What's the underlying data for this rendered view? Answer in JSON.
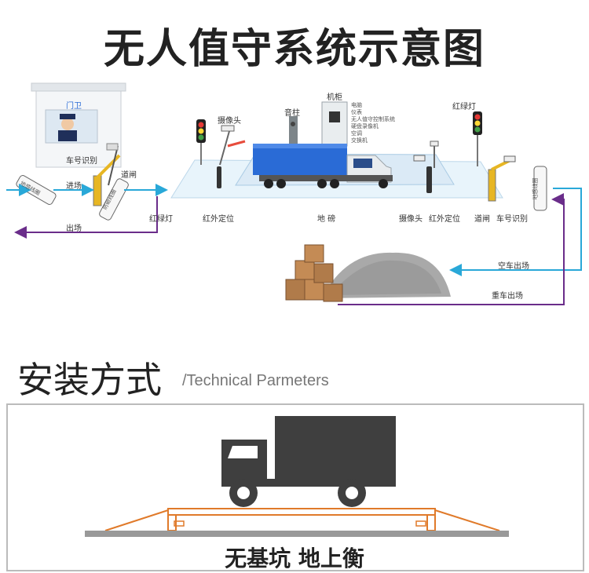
{
  "title": "无人值守系统示意图",
  "diagram": {
    "guard_booth": "门卫",
    "plate_recognition_left": "车号识别",
    "gate_left": "道闸",
    "entry_label": "进场",
    "exit_label": "出场",
    "sign_left_1": "地感线圈",
    "sign_left_2": "防砸线圈",
    "camera_label_top": "摄像头",
    "speaker_post": "音柱",
    "cabinet": "机柜",
    "cabinet_items": [
      "电脑",
      "仪表",
      "无人值守控制系统",
      "硬盘录像机",
      "空调",
      "交换机"
    ],
    "traffic_light_right_top": "红绿灯",
    "traffic_light_left_bottom": "红绿灯",
    "infrared_left": "红外定位",
    "scale_label": "地 磅",
    "camera_bottom_right": "摄像头",
    "infrared_right": "红外定位",
    "gate_right": "道闸",
    "plate_recognition_right": "车号识别",
    "sign_right": "地感线圈",
    "empty_exit": "空车出场",
    "loaded_exit": "重车出场"
  },
  "install": {
    "title": "安装方式",
    "subtitle": "/Technical Parmeters",
    "caption": "无基坑  地上衡"
  },
  "colors": {
    "cyan_arrow": "#29a8d8",
    "purple_arrow": "#6a2d8a",
    "truck_blue": "#2a6bd6",
    "scale_frame": "#e07a2a",
    "ground": "#999999"
  }
}
